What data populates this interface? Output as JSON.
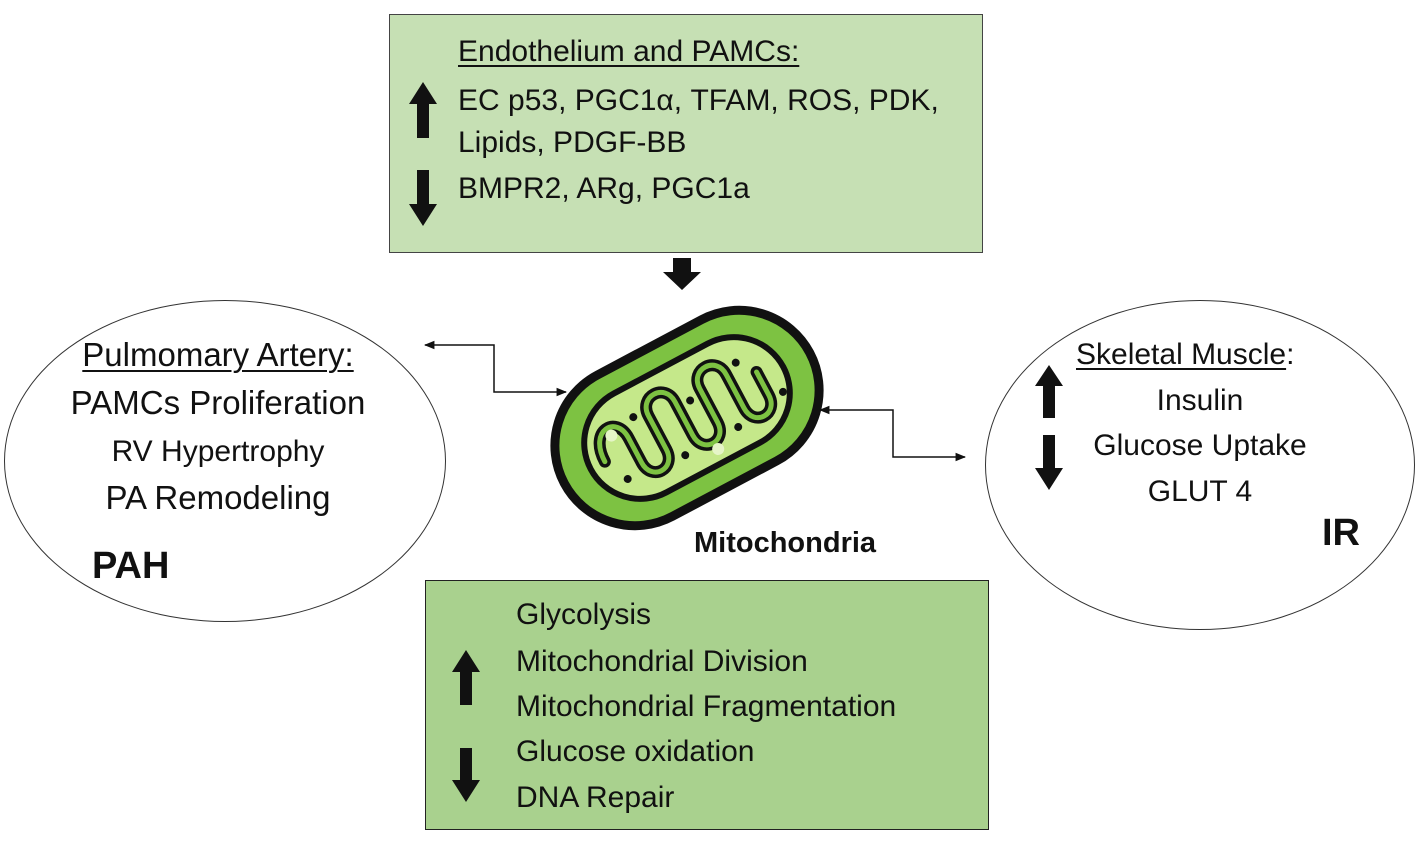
{
  "endothelium": {
    "title": "Endothelium and PAMCs:",
    "up_line1": "EC p53, PGC1α, TFAM, ROS, PDK,",
    "up_line2": "Lipids, PDGF-BB",
    "down_line1": "BMPR2, ARg, PGC1a"
  },
  "mito_effects": {
    "up_items": [
      "Glycolysis",
      "Mitochondrial Division",
      "Mitochondrial Fragmentation"
    ],
    "down_items": [
      "Glucose oxidation",
      "DNA Repair"
    ]
  },
  "pulmonary": {
    "title": "Pulmomary Artery:",
    "items": [
      "PAMCs Proliferation",
      "RV Hypertrophy",
      "PA Remodeling"
    ],
    "tag": "PAH"
  },
  "skeletal": {
    "title": "Skeletal Muscle",
    "title_suffix": ":",
    "up_items": [
      "Insulin"
    ],
    "down_items": [
      "Glucose Uptake",
      "GLUT 4"
    ],
    "tag": "IR"
  },
  "center": {
    "label": "Mitochondria"
  },
  "colors": {
    "top_box_fill": "#c6e0b4",
    "bottom_box_fill": "#a9d18e",
    "mito_outer": "#7dc242",
    "mito_inner": "#c5e88a",
    "arrow": "#111111"
  }
}
